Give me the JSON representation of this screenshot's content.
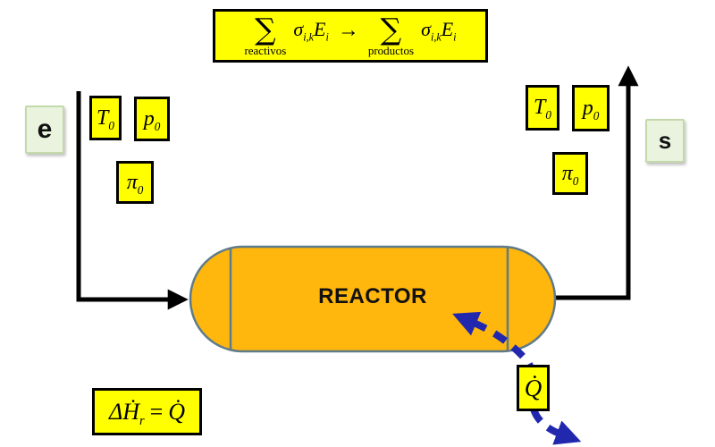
{
  "colors": {
    "box_yellow": "#FFFF00",
    "reactor_orange": "#FFB60D",
    "reactor_border": "#5E7B8A",
    "stream_box_green": "#E9F3DE",
    "stream_box_green_border": "#C4D9AB",
    "heat_arrow_blue": "#2228AE",
    "flow_line_black": "#000000"
  },
  "equation_top": {
    "sum": "∑",
    "reactants_label": "reactivos",
    "sigma": "σ",
    "sigma_sub": "i,k",
    "species": "E",
    "species_sub": "i",
    "arrow": "→",
    "products_label": "productos"
  },
  "inlet": {
    "label": "e",
    "temperature": {
      "base": "T",
      "sub": "0"
    },
    "pressure": {
      "base": "p",
      "sub": "0"
    },
    "pi": {
      "base": "π",
      "sub": "0"
    }
  },
  "outlet": {
    "label": "s",
    "temperature": {
      "base": "T",
      "sub": "0"
    },
    "pressure": {
      "base": "p",
      "sub": "0"
    },
    "pi": {
      "base": "π",
      "sub": "0"
    }
  },
  "reactor": {
    "label": "REACTOR"
  },
  "heat": {
    "symbol": "Q̇"
  },
  "equation_bottom": {
    "lhs_base": "ΔḢ",
    "lhs_sub": "r",
    "equals": "=",
    "rhs": "Q̇"
  }
}
